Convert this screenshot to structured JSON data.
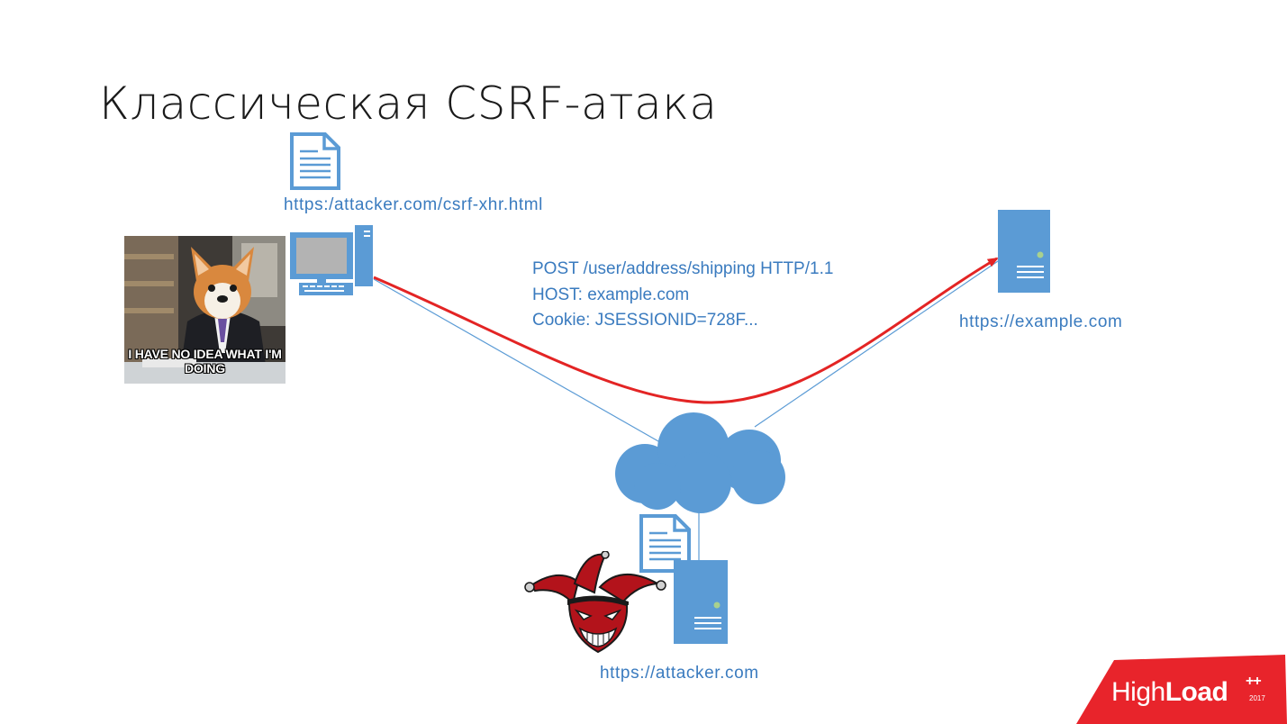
{
  "slide": {
    "title": "Классическая CSRF-атака"
  },
  "labels": {
    "attacker_page_url": "https:/attacker.com/csrf-xhr.html",
    "target_site": "https://example.com",
    "attacker_site": "https://attacker.com"
  },
  "request": {
    "line1": "POST /user/address/shipping HTTP/1.1",
    "line2": "HOST: example.com",
    "line3": "Cookie: JSESSIONID=728F..."
  },
  "meme": {
    "caption_line1": "I HAVE NO IDEA WHAT I'M",
    "caption_line2": "DOING"
  },
  "logo": {
    "prefix": "High",
    "bold": "Load",
    "plus": "++",
    "year": "2017"
  },
  "colors": {
    "icon_blue": "#5b9bd5",
    "connector_blue": "#5b9bd5",
    "attack_arrow": "#e32424",
    "label_blue": "#3a7bbf",
    "logo_red": "#e8242b"
  },
  "icons": {
    "document": "document-icon",
    "computer": "computer-icon",
    "server": "server-icon",
    "cloud": "cloud-icon",
    "jester": "jester-icon"
  }
}
